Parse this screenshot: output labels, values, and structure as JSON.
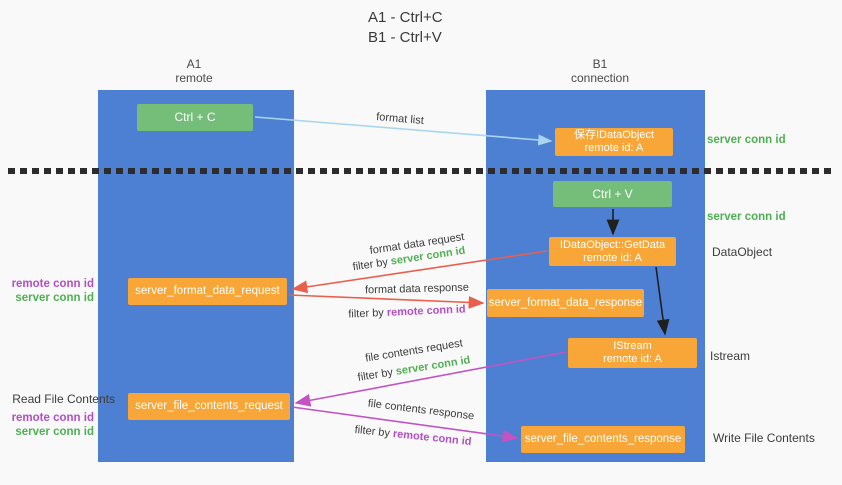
{
  "title": {
    "line1": "A1 - Ctrl+C",
    "line2": "B1 - Ctrl+V"
  },
  "columns": {
    "a1": {
      "name": "A1",
      "subtitle": "remote"
    },
    "b1": {
      "name": "B1",
      "subtitle": "connection"
    }
  },
  "nodes": {
    "ctrl_c": {
      "label": "Ctrl + C"
    },
    "ctrl_v": {
      "label": "Ctrl + V"
    },
    "save_idataobject": {
      "line1": "保存IDataObject",
      "line2": "remote id: A"
    },
    "getdata": {
      "line1": "IDataObject::GetData",
      "line2": "remote id: A"
    },
    "istream": {
      "line1": "IStream",
      "line2": "remote id: A"
    },
    "format_request": {
      "label": "server_format_data_request"
    },
    "format_response": {
      "label": "server_format_data_response"
    },
    "file_request": {
      "label": "server_file_contents_request"
    },
    "file_response": {
      "label": "server_file_contents_response"
    }
  },
  "labels": {
    "format_list": "format list",
    "format_data_request": "format data request",
    "format_data_response": "format data response",
    "file_contents_request": "file contents request",
    "file_contents_response": "file contents response",
    "filter_by": "filter by",
    "server_conn_id": "server conn id",
    "remote_conn_id": "remote conn id"
  },
  "side": {
    "server_conn_id_right_top": "server conn id",
    "server_conn_id_right_mid": "server conn id",
    "dataobject": "DataObject",
    "istream": "Istream",
    "write_file_contents": "Write File Contents",
    "read_file_contents": "Read File Contents",
    "remote_conn_id": "remote conn id",
    "server_conn_id": "server conn id"
  },
  "colors": {
    "lifeline_blue": "#4d7fd2",
    "node_green": "#74be79",
    "node_orange": "#f7a637",
    "arrow_red": "#e8604c",
    "arrow_magenta": "#c353c3",
    "arrow_light_blue": "#a9d6ee",
    "arrow_black": "#1f1f1f",
    "text_green": "#4fb053",
    "text_purple": "#b14fc4",
    "background": "#f9f9f9"
  }
}
